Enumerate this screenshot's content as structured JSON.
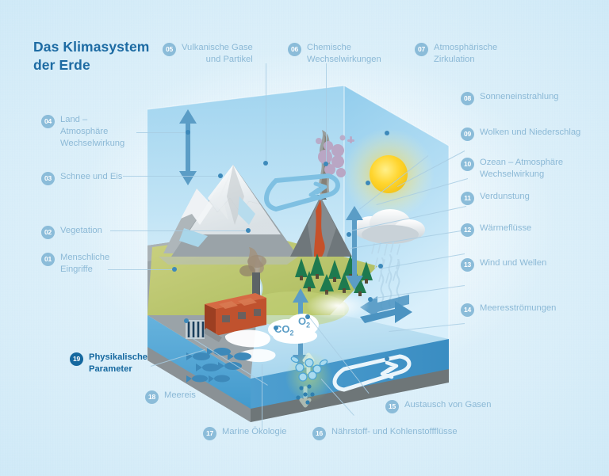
{
  "title": {
    "line1": "Das Klimasystem",
    "line2": "der Erde",
    "full": "Das Klimasystem der Erde"
  },
  "colors": {
    "background_light": "#d9eef9",
    "background_edge": "#c8e6f6",
    "label_text": "#8cb9d6",
    "label_badge": "#8bbcd9",
    "active_blue": "#15689f",
    "title_blue": "#1d6ba3",
    "connector": "#a8cde3",
    "dot": "#3d89ba",
    "ocean_top": "#bfe0f2",
    "ocean_side": "#4ea3d3",
    "seafloor": "#6e7678",
    "land_green": "#b9c86a",
    "forest_green": "#1e7a4f",
    "mountain_grey": "#9aa3a8",
    "snow_white": "#f4f7f8",
    "volcano_lava": "#c6512a",
    "factory_red": "#c0522e",
    "sun_yellow": "#ffd83b",
    "particle_purple": "#b9a6c4",
    "sky_blue": "#a6d6ee"
  },
  "labels": [
    {
      "num": "01",
      "text": "Menschliche\nEingriffe",
      "side": "left",
      "active": false
    },
    {
      "num": "02",
      "text": "Vegetation",
      "side": "left",
      "active": false
    },
    {
      "num": "03",
      "text": "Schnee und Eis",
      "side": "left",
      "active": false
    },
    {
      "num": "04",
      "text": "Land –\nAtmosphäre\nWechselwirkung",
      "side": "left",
      "active": false
    },
    {
      "num": "05",
      "text": "Vulkanische Gase\nund Partikel",
      "side": "top",
      "active": false
    },
    {
      "num": "06",
      "text": "Chemische\nWechselwirkungen",
      "side": "top",
      "active": false
    },
    {
      "num": "07",
      "text": "Atmosphärische\nZirkulation",
      "side": "right",
      "active": false
    },
    {
      "num": "08",
      "text": "Sonneneinstrahlung",
      "side": "right",
      "active": false
    },
    {
      "num": "09",
      "text": "Wolken und Niederschlag",
      "side": "right",
      "active": false
    },
    {
      "num": "10",
      "text": "Ozean – Atmosphäre\nWechselwirkung",
      "side": "right",
      "active": false
    },
    {
      "num": "11",
      "text": "Verdunstung",
      "side": "right",
      "active": false
    },
    {
      "num": "12",
      "text": "Wärmeflüsse",
      "side": "right",
      "active": false
    },
    {
      "num": "13",
      "text": "Wind und Wellen",
      "side": "right",
      "active": false
    },
    {
      "num": "14",
      "text": "Meeresströmungen",
      "side": "right",
      "active": false
    },
    {
      "num": "15",
      "text": "Austausch von Gasen",
      "side": "bottom",
      "active": false
    },
    {
      "num": "16",
      "text": "Nährstoff- und Kohlenstoffflüsse",
      "side": "bottom",
      "active": false
    },
    {
      "num": "17",
      "text": "Marine Ökologie",
      "side": "bottom",
      "active": false
    },
    {
      "num": "18",
      "text": "Meereis",
      "side": "bottom",
      "active": false
    },
    {
      "num": "19",
      "text": "Physikalische\nParameter",
      "side": "left",
      "active": true
    }
  ],
  "diagram": {
    "gas_labels": {
      "co2": "CO",
      "co2_sub": "2",
      "o2": "O",
      "o2_sub": "2"
    },
    "elements": [
      "atmosphere-box",
      "ocean-block",
      "mountain-range",
      "glacier",
      "volcano",
      "ash-plume",
      "conifer-forest",
      "factory",
      "river",
      "sun",
      "rain-cloud",
      "aerosol-particles",
      "chemistry-loop",
      "sea-ice-floes",
      "fish-school",
      "plankton-nutrients",
      "ocean-current-loop",
      "heat-flux-waves",
      "wind-wave-arrow",
      "physical-parameter-gauge",
      "gas-exchange-arrow",
      "land-atmosphere-arrow",
      "ocean-atmosphere-arrow",
      "evaporation-mist"
    ]
  }
}
